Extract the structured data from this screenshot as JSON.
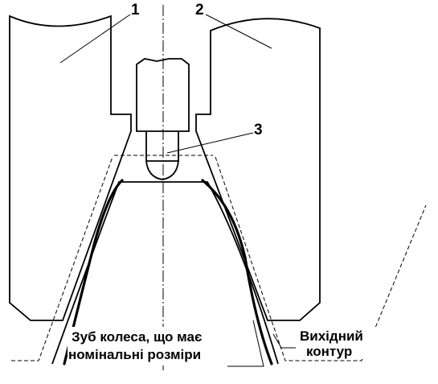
{
  "labels": {
    "part1": "1",
    "part2": "2",
    "part3": "3",
    "tooth_line1": "Зуб колеса, що має",
    "tooth_line2": "номінальні розміри",
    "contour_line1": "Вихідний",
    "contour_line2": "контур"
  }
}
